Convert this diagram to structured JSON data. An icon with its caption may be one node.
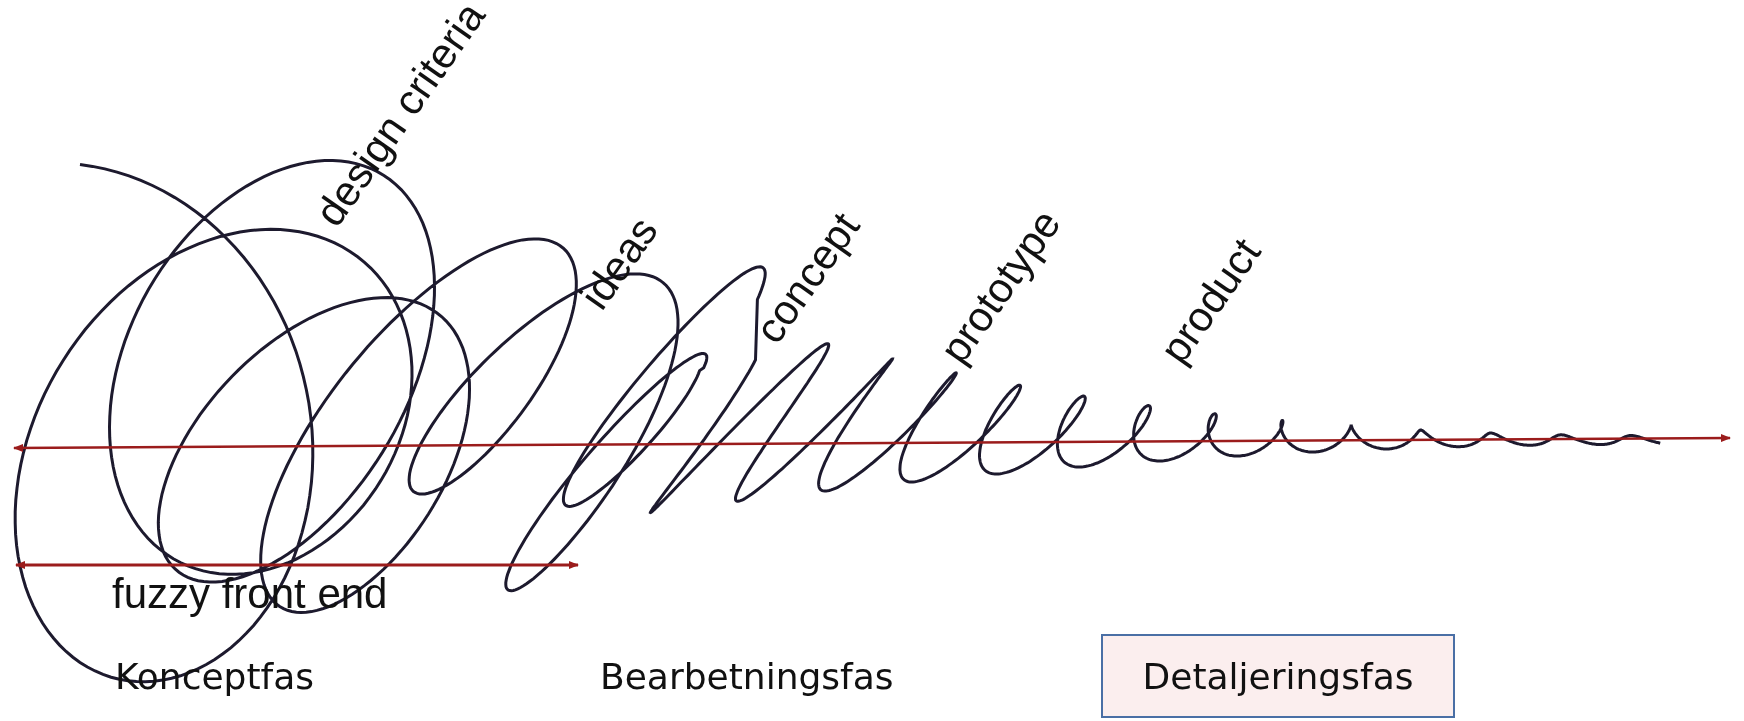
{
  "diagram": {
    "nodes": [
      {
        "text": [
          "Detaljeringsfas"
        ]
      }
    ],
    "labels": [
      "design criteria",
      "ideas",
      "concept",
      "prototype",
      "product",
      "fuzzy front end",
      "Konceptfas",
      "Bearbetningsfas"
    ]
  }
}
